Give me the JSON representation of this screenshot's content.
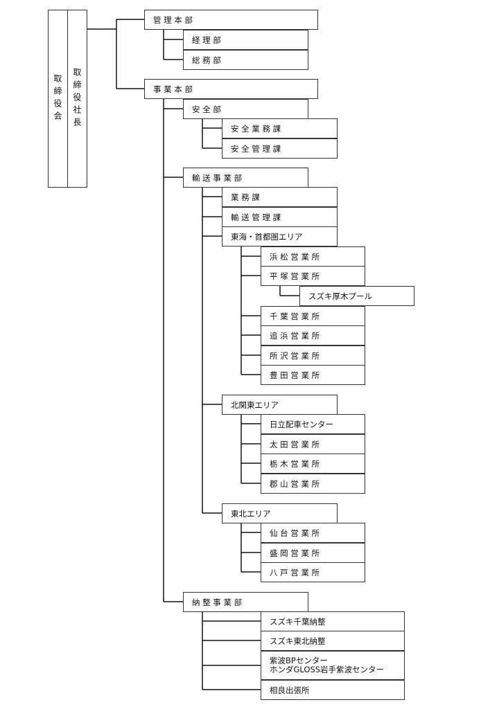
{
  "board": {
    "label": "取締役会"
  },
  "president": {
    "label": "取締役社長"
  },
  "admin": {
    "label": "管 理 本 部",
    "accounting": "経 理 部",
    "general": "総 務 部"
  },
  "business": {
    "label": "事 業 本 部"
  },
  "safety": {
    "label": "安 全 部",
    "ops": "安 全 業 務 課",
    "mgmt": "安 全 管 理 課"
  },
  "transport": {
    "label": "輸 送 事 業 部",
    "ops": "業 務 課",
    "mgmt": "輸 送 管 理 課",
    "tokai": {
      "label": "東海・首都圏エリア",
      "hamamatsu": "浜 松 営 業 所",
      "hiratsuka": "平 塚 営 業 所",
      "atsugi_pool": "スズキ厚木プール",
      "chiba": "千 葉 営 業 所",
      "oppama": "追 浜 営 業 所",
      "tokorozawa": "所 沢 営 業 所",
      "toyota": "豊 田 営 業 所"
    },
    "kitakanto": {
      "label": "北関東エリア",
      "hitachi": "日立配車センター",
      "ota": "太 田 営 業 所",
      "tochigi": "栃 木 営 業 所",
      "koriyama": "郡 山 営 業 所"
    },
    "tohoku": {
      "label": "東北エリア",
      "sendai": "仙 台 営 業 所",
      "morioka": "盛 岡 営 業 所",
      "hachinohe": "八 戸 営 業 所"
    }
  },
  "delivery": {
    "label": "納 整 事 業 部",
    "chiba": "スズキ千葉納整",
    "tohoku": "スズキ東北納整",
    "shiwa_bp": "紫波BPセンター",
    "honda_gloss": "ホンダGLOSS岩手紫波センター",
    "aira": "相良出張所"
  },
  "colors": {
    "line": "#111111",
    "border": "#333333"
  }
}
